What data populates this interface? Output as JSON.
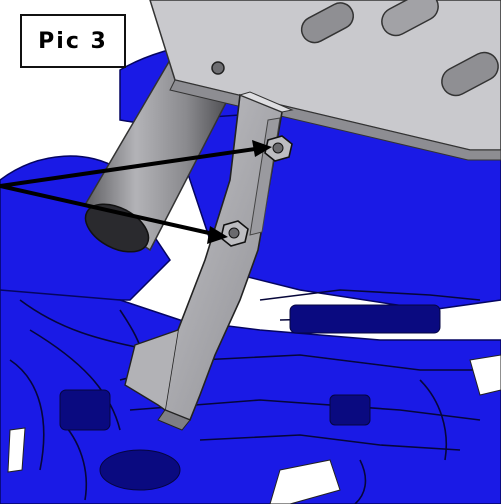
{
  "figure": {
    "label": "Pic 3"
  },
  "colors": {
    "background": "#ffffff",
    "vehicle_body": "#1a1ae6",
    "vehicle_body_dark": "#0a0a9c",
    "bracket": "#a9a9ad",
    "bracket_shadow": "#7e7e84",
    "cylinder": "#8f8f93",
    "arrow": "#000000"
  },
  "icons": [
    "arrow-pointer",
    "hex-bolt"
  ]
}
